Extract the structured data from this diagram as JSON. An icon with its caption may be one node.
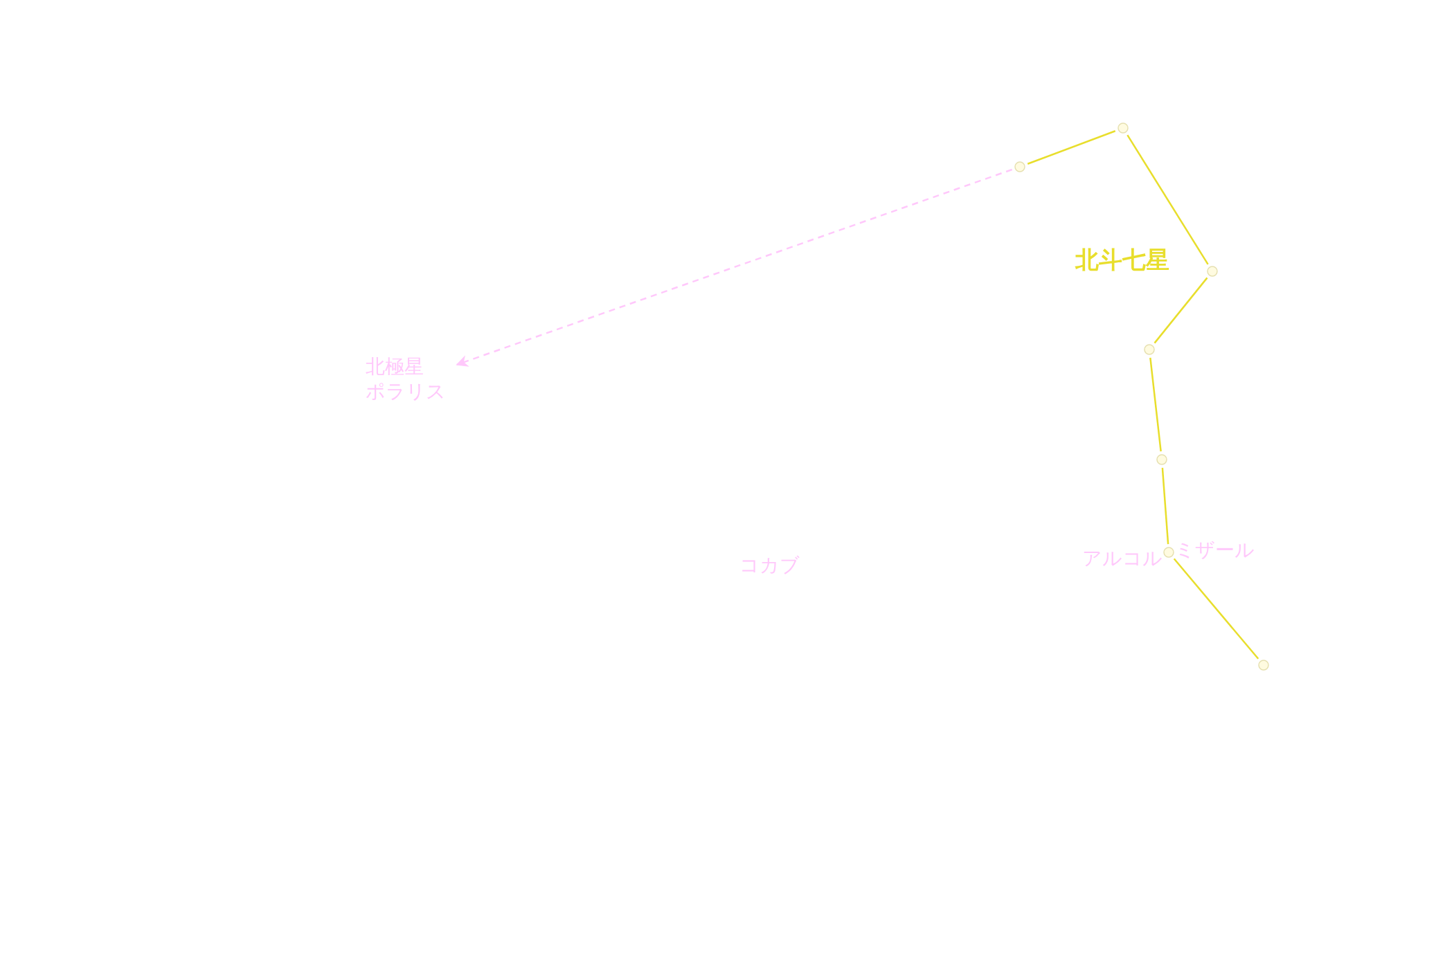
{
  "diagram": {
    "nodes": [
      {
        "text": [],
        "shape": "circle"
      },
      {
        "text": [],
        "shape": "circle"
      },
      {
        "text": [],
        "shape": "circle"
      },
      {
        "text": [],
        "shape": "circle"
      },
      {
        "text": [],
        "shape": "circle"
      },
      {
        "text": [],
        "shape": "circle",
        "beside": [
          "ミザール"
        ]
      },
      {
        "text": [],
        "shape": "circle"
      },
      {
        "text": [
          "北極星",
          "ポラリス"
        ]
      }
    ],
    "edges": [
      {
        "from": 0,
        "to": 1,
        "arrow": "none"
      },
      {
        "from": 1,
        "to": 2,
        "arrow": "none"
      },
      {
        "from": 2,
        "to": 3,
        "arrow": "none"
      },
      {
        "from": 3,
        "to": 4,
        "arrow": "none"
      },
      {
        "from": 4,
        "to": 5,
        "arrow": "none"
      },
      {
        "from": 5,
        "to": 6,
        "arrow": "none"
      },
      {
        "from": 0,
        "to": 7,
        "arrow": "to",
        "style": "dashed",
        "color": "#ffc8fb"
      }
    ],
    "labels": [
      "北斗七星",
      "アルコル",
      "コカブ"
    ]
  }
}
